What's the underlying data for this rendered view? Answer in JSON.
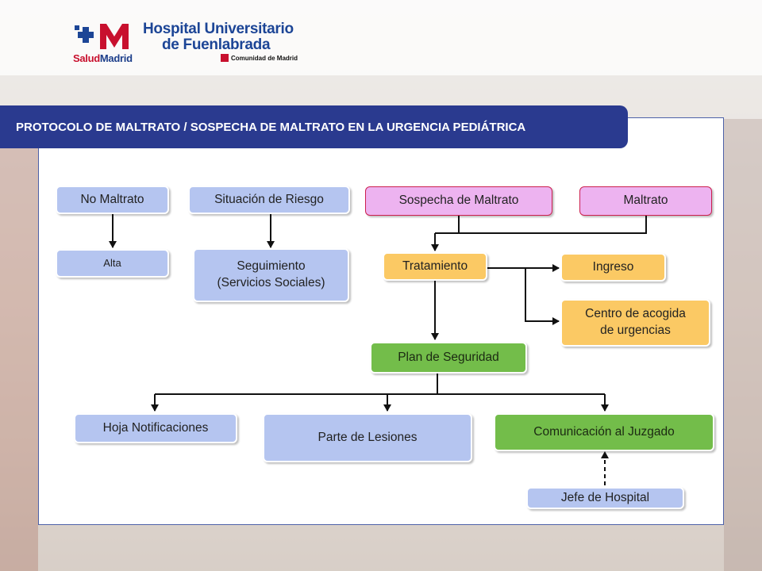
{
  "header": {
    "salud_part1": "Salud",
    "salud_part2": "Madrid",
    "hospital_line1": "Hospital Universitario",
    "hospital_line2": "de Fuenlabrada",
    "comunidad": "Comunidad de Madrid"
  },
  "title": "PROTOCOLO DE MALTRATO / SOSPECHA DE MALTRATO EN LA URGENCIA PEDIÁTRICA",
  "nodes": {
    "no_maltrato": "No Maltrato",
    "alta": "Alta",
    "situacion_riesgo": "Situación de Riesgo",
    "seguimiento_line1": "Seguimiento",
    "seguimiento_line2": "(Servicios Sociales)",
    "sospecha": "Sospecha de Maltrato",
    "maltrato": "Maltrato",
    "tratamiento": "Tratamiento",
    "ingreso": "Ingreso",
    "centro_line1": "Centro de acogida",
    "centro_line2": "de urgencias",
    "plan": "Plan de Seguridad",
    "hoja": "Hoja Notificaciones",
    "parte": "Parte de Lesiones",
    "comunicacion": "Comunicación al Juzgado",
    "jefe": "Jefe de Hospital"
  },
  "colors": {
    "title_bg": "#2a3a8f",
    "blue_box": "#b5c5f0",
    "pink_box": "#edb3f0",
    "orange_box": "#fbc964",
    "green_box": "#73bd4a"
  }
}
